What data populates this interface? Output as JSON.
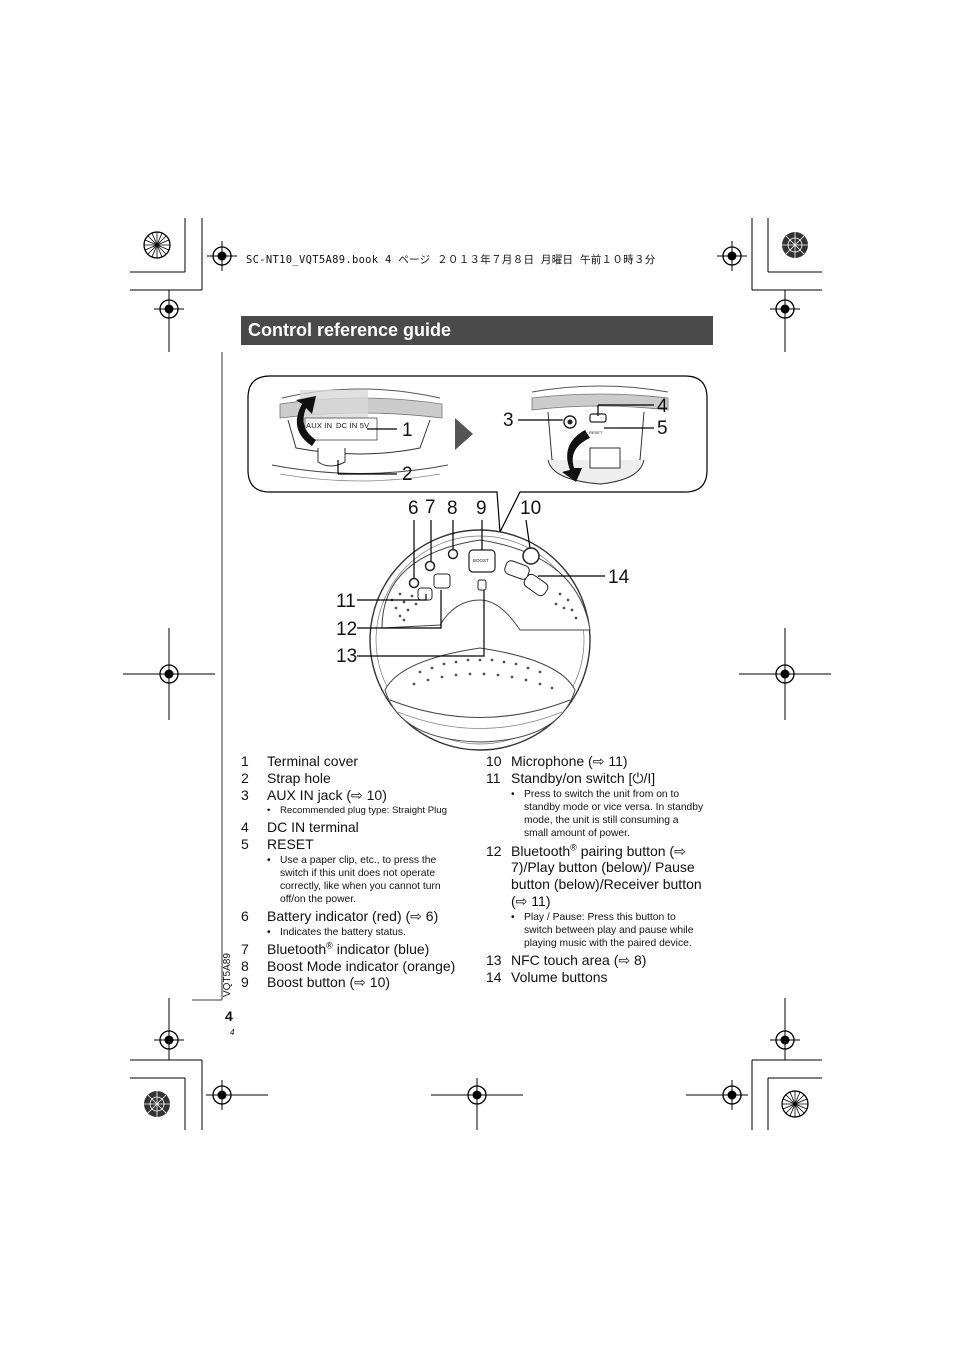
{
  "header": {
    "line": "SC-NT10_VQT5A89.book  4 ページ  ２０１３年７月８日  月曜日  午前１０時３分"
  },
  "section_title": "Control reference guide",
  "figure": {
    "callouts": [
      "1",
      "2",
      "3",
      "4",
      "5",
      "6",
      "7",
      "8",
      "9",
      "10",
      "11",
      "12",
      "13",
      "14"
    ],
    "port_labels": {
      "aux": "AUX IN",
      "dc": "DC IN 5V",
      "reset": "RESET",
      "boost": "BOOST"
    }
  },
  "list_left": [
    {
      "num": "1",
      "text": "Terminal cover"
    },
    {
      "num": "2",
      "text": "Strap hole"
    },
    {
      "num": "3",
      "text": "AUX IN jack (⇨ 10)",
      "note": "Recommended plug type: Straight Plug"
    },
    {
      "num": "4",
      "text": "DC IN terminal"
    },
    {
      "num": "5",
      "text": "RESET",
      "note": "Use a paper clip, etc., to press the switch if this unit does not operate correctly, like when you cannot turn off/on the power."
    },
    {
      "num": "6",
      "text": "Battery indicator (red) (⇨ 6)",
      "note": "Indicates the battery status."
    },
    {
      "num": "7",
      "text_a": "Bluetooth",
      "sup": "®",
      "text_b": " indicator (blue)"
    },
    {
      "num": "8",
      "text": "Boost Mode indicator (orange)"
    },
    {
      "num": "9",
      "text": "Boost button (⇨ 10)"
    }
  ],
  "list_right": [
    {
      "num": "10",
      "text": "Microphone (⇨ 11)"
    },
    {
      "num": "11",
      "text": "Standby/on switch [⏻/I]",
      "note": "Press to switch the unit from on to standby mode or vice versa. In standby mode, the unit is still consuming a small amount of power."
    },
    {
      "num": "12",
      "text_a": "Bluetooth",
      "sup": "®",
      "text_b": " pairing button (⇨ 7)/Play button (below)/ Pause button (below)/Receiver button (⇨ 11)",
      "note": "Play / Pause: Press this button to switch between play and pause while playing music with the paired device."
    },
    {
      "num": "13",
      "text": "NFC touch area (⇨ 8)"
    },
    {
      "num": "14",
      "text": "Volume buttons"
    }
  ],
  "footer": {
    "side_code": "VQT5A89",
    "page_number": "4",
    "page_number_small": "4"
  }
}
